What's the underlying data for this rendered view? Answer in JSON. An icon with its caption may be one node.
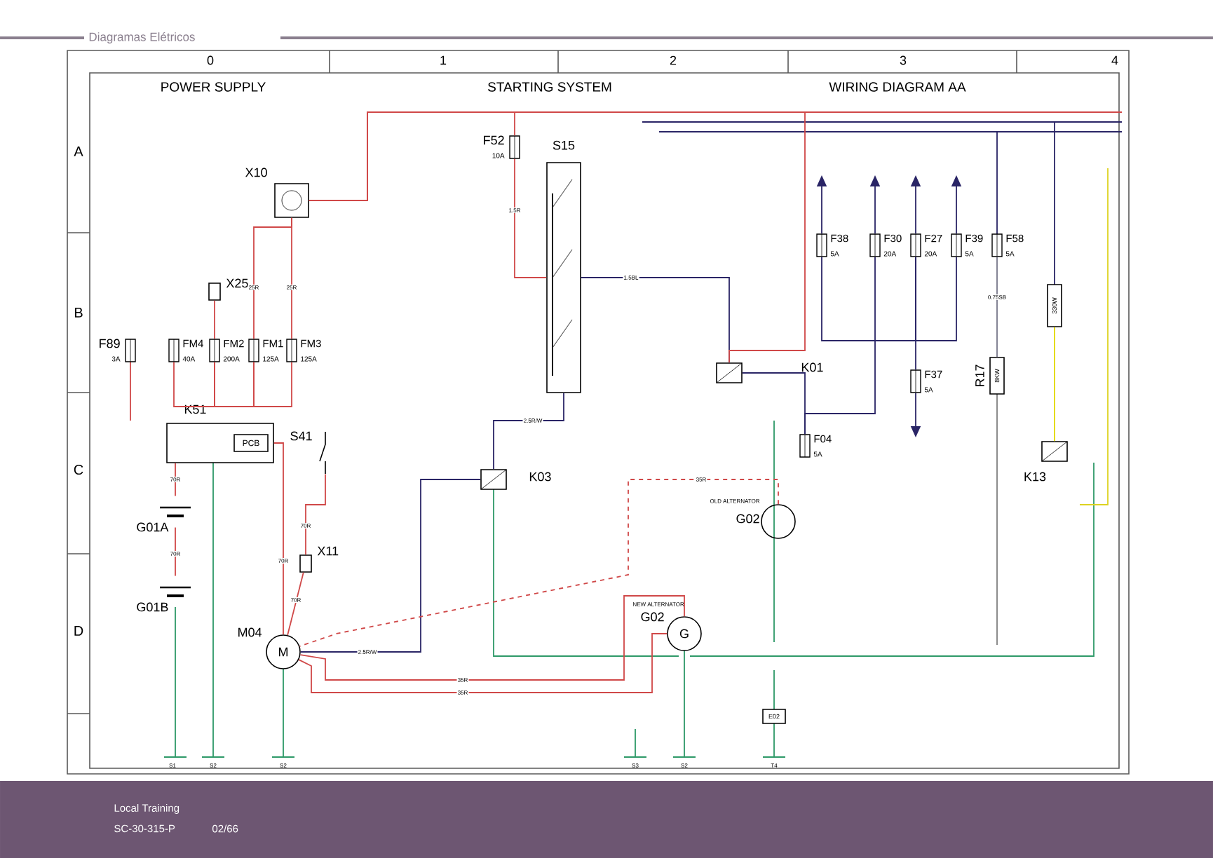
{
  "diagram": {
    "title": "Diagramas Elétricos",
    "nodes": [
      {
        "text": [
          "X10"
        ]
      },
      {
        "text": [
          "X25"
        ]
      },
      {
        "text": [
          "F89",
          "3A"
        ]
      },
      {
        "text": [
          "FM4",
          "40A"
        ]
      },
      {
        "text": [
          "FM2",
          "200A"
        ]
      },
      {
        "text": [
          "FM1",
          "125A"
        ]
      },
      {
        "text": [
          "FM3",
          "125A"
        ]
      },
      {
        "text": [
          "K51"
        ]
      },
      {
        "text": [
          "PCB"
        ],
        "in": 7
      },
      {
        "text": [
          "S41"
        ]
      },
      {
        "text": [
          "G01A"
        ]
      },
      {
        "text": [
          "G01B"
        ]
      },
      {
        "text": [
          "X11"
        ]
      },
      {
        "text": [
          "M04",
          "M"
        ]
      },
      {
        "text": [
          "F52",
          "10A"
        ]
      },
      {
        "text": [
          "S15"
        ]
      },
      {
        "text": [
          "K03"
        ]
      },
      {
        "text": [
          "OLD ALTERNATOR",
          "G02"
        ]
      },
      {
        "text": [
          "NEW ALTERNATOR",
          "G02",
          "G"
        ]
      },
      {
        "text": [
          "K01"
        ]
      },
      {
        "text": [
          "F38",
          "5A"
        ]
      },
      {
        "text": [
          "F30",
          "20A"
        ]
      },
      {
        "text": [
          "F27",
          "20A"
        ]
      },
      {
        "text": [
          "F39",
          "5A"
        ]
      },
      {
        "text": [
          "F58",
          "5A"
        ]
      },
      {
        "text": [
          "F37",
          "5A"
        ]
      },
      {
        "text": [
          "F04",
          "5A"
        ]
      },
      {
        "text": [
          "R17",
          "8KW"
        ]
      },
      {
        "text": [
          "330W"
        ]
      },
      {
        "text": [
          "K13"
        ]
      },
      {
        "text": [
          "E02"
        ]
      }
    ],
    "edges": [
      {
        "from": 0,
        "to": 5,
        "arrow": "none",
        "label": "25R"
      },
      {
        "from": 0,
        "to": 6,
        "arrow": "none",
        "label": "25R"
      },
      {
        "from": 7,
        "to": 10,
        "arrow": "none",
        "label": "70R"
      },
      {
        "from": 10,
        "to": 11,
        "arrow": "none",
        "label": "70R"
      },
      {
        "from": 7,
        "to": 13,
        "arrow": "none",
        "label": "70R"
      },
      {
        "from": 9,
        "to": 12,
        "arrow": "none",
        "label": "70R"
      },
      {
        "from": 12,
        "to": 13,
        "arrow": "none",
        "label": "70R"
      },
      {
        "from": 14,
        "to": 15,
        "arrow": "none",
        "label": "1.5R"
      },
      {
        "from": 15,
        "to": 16,
        "arrow": "none",
        "label": "2.5R/W",
        "color": "#2a2566"
      },
      {
        "from": 16,
        "to": 13,
        "arrow": "none",
        "label": "2.5R/W",
        "color": "#2a2566"
      },
      {
        "from": 18,
        "to": 13,
        "arrow": "none",
        "label": "35R"
      },
      {
        "from": 18,
        "to": 13,
        "arrow": "none",
        "label": "35R"
      },
      {
        "from": 17,
        "to": 13,
        "arrow": "none",
        "label": "35R",
        "style": "dashed"
      },
      {
        "from": 19,
        "to": 26,
        "arrow": "none",
        "color": "#2a2566"
      },
      {
        "from": 22,
        "to": 25,
        "arrow": "none",
        "color": "#2a2566"
      },
      {
        "from": 24,
        "to": 27,
        "arrow": "none",
        "label": "0.75SB",
        "color": "#77778a"
      },
      {
        "from": 28,
        "to": 29,
        "arrow": "none",
        "color": "#e0d800"
      },
      {
        "from": 15,
        "to": 19,
        "arrow": "none",
        "label": "1.5BL",
        "color": "#2a2566"
      },
      {
        "from": 20,
        "to": 22,
        "arrow": "none",
        "color": "#2a2566"
      },
      {
        "from": 23,
        "to": 22,
        "arrow": "none",
        "color": "#2a2566"
      },
      {
        "from": 21,
        "to": 26,
        "arrow": "none",
        "color": "#2a2566"
      },
      {
        "from": 0,
        "to": 19,
        "arrow": "none"
      },
      {
        "from": 3,
        "to": 4,
        "arrow": "none"
      },
      {
        "from": 4,
        "to": 5,
        "arrow": "none"
      },
      {
        "from": 5,
        "to": 6,
        "arrow": "none"
      },
      {
        "from": 1,
        "to": 4,
        "arrow": "none"
      },
      {
        "from": 20,
        "to": null,
        "arrow": "to",
        "color": "#2a2566"
      },
      {
        "from": 21,
        "to": null,
        "arrow": "to",
        "color": "#2a2566"
      },
      {
        "from": 22,
        "to": null,
        "arrow": "to",
        "color": "#2a2566"
      },
      {
        "from": 23,
        "to": null,
        "arrow": "to",
        "color": "#2a2566"
      },
      {
        "from": 25,
        "to": null,
        "arrow": "to",
        "color": "#2a2566"
      },
      {
        "from": 0,
        "to": 14,
        "arrow": "none"
      }
    ],
    "labels": [
      "0",
      "1",
      "2",
      "3",
      "4",
      "A",
      "B",
      "C",
      "D",
      "POWER SUPPLY",
      "STARTING SYSTEM",
      "WIRING DIAGRAM AA",
      "S1",
      "S2",
      "S2",
      "S3",
      "S2",
      "T4",
      "Local Training",
      "SC-30-315-P",
      "02/66"
    ]
  }
}
